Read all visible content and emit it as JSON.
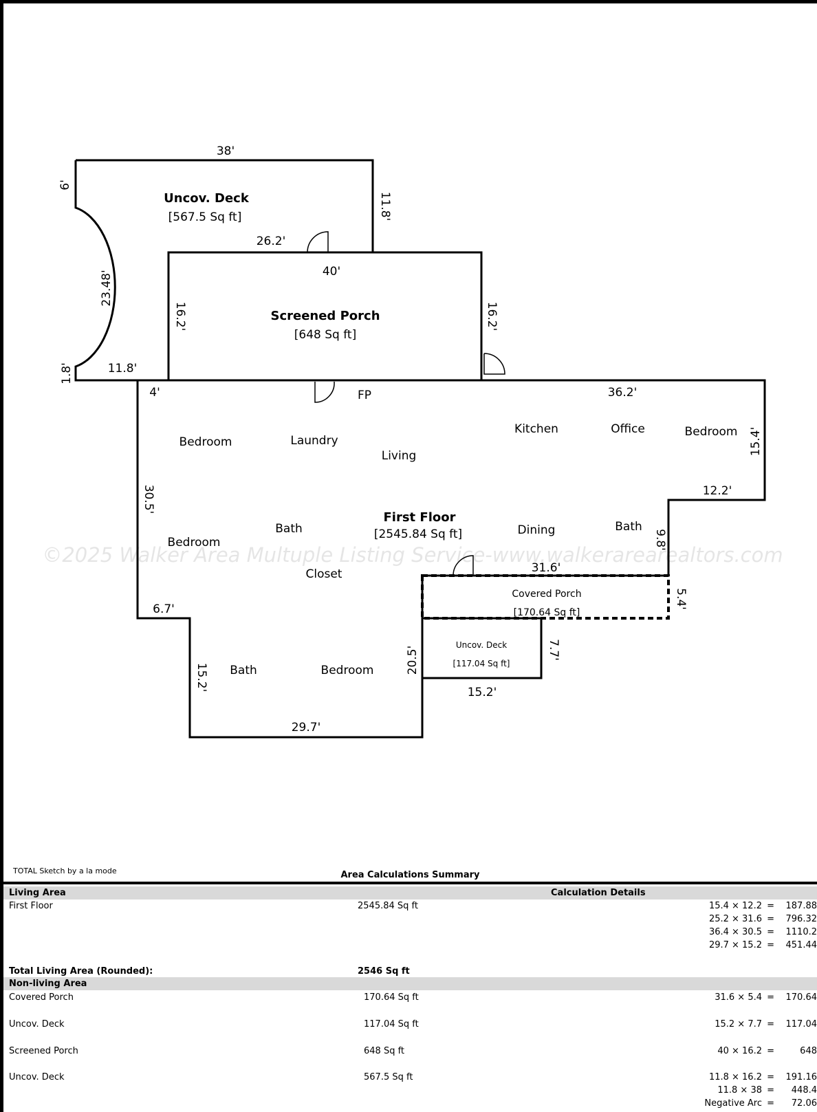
{
  "plan": {
    "areas": {
      "deck_upper": {
        "name": "Uncov. Deck",
        "area": "[567.5 Sq ft]"
      },
      "screened": {
        "name": "Screened Porch",
        "area": "[648 Sq ft]"
      },
      "first_floor": {
        "name": "First Floor",
        "area": "[2545.84 Sq ft]"
      },
      "covered_porch": {
        "name": "Covered Porch",
        "area": "[170.64 Sq ft]"
      },
      "deck_lower": {
        "name": "Uncov. Deck",
        "area": "[117.04 Sq ft]"
      }
    },
    "dimensions": [
      "38'",
      "6'",
      "11.8'",
      "26.2'",
      "40'",
      "23.48'",
      "16.2'",
      "16.2'",
      "1.8'",
      "11.8'",
      "4'",
      "FP",
      "36.2'",
      "15.4'",
      "12.2'",
      "30.5'",
      "9.8'",
      "31.6'",
      "5.4'",
      "6.7'",
      "7.7'",
      "20.5'",
      "15.2'",
      "15.2'",
      "29.7'"
    ],
    "rooms": [
      "Bedroom",
      "Laundry",
      "Living",
      "Kitchen",
      "Office",
      "Bedroom",
      "Bedroom",
      "Bath",
      "Dining",
      "Bath",
      "Closet",
      "Bath",
      "Bedroom"
    ],
    "watermark": "©2025 Walker Area Multuple Listing Service-www.walkerarearealtors.com"
  },
  "summary": {
    "credit": "TOTAL Sketch by a la mode",
    "title": "Area Calculations Summary",
    "living_header": "Living Area",
    "details_header": "Calculation Details",
    "living": {
      "name": "First Floor",
      "area": "2545.84 Sq ft"
    },
    "living_calcs": [
      {
        "expr": "15.4 × 12.2",
        "eq": "=",
        "res": "187.88"
      },
      {
        "expr": "25.2 × 31.6",
        "eq": "=",
        "res": "796.32"
      },
      {
        "expr": "36.4 × 30.5",
        "eq": "=",
        "res": "1110.2"
      },
      {
        "expr": "29.7 × 15.2",
        "eq": "=",
        "res": "451.44"
      }
    ],
    "total_label": "Total Living Area (Rounded):",
    "total_value": "2546 Sq ft",
    "nonliving_header": "Non-living Area",
    "nonliving": [
      {
        "name": "Covered Porch",
        "area": "170.64 Sq ft",
        "calcs": [
          {
            "expr": "31.6 × 5.4",
            "eq": "=",
            "res": "170.64"
          }
        ]
      },
      {
        "name": "Uncov. Deck",
        "area": "117.04 Sq ft",
        "calcs": [
          {
            "expr": "15.2 × 7.7",
            "eq": "=",
            "res": "117.04"
          }
        ]
      },
      {
        "name": "Screened Porch",
        "area": "648 Sq ft",
        "calcs": [
          {
            "expr": "40 × 16.2",
            "eq": "=",
            "res": "648"
          }
        ]
      },
      {
        "name": "Uncov. Deck",
        "area": "567.5 Sq ft",
        "calcs": [
          {
            "expr": "11.8 × 16.2",
            "eq": "=",
            "res": "191.16"
          },
          {
            "expr": "11.8 × 38",
            "eq": "=",
            "res": "448.4"
          },
          {
            "expr": "Negative Arc",
            "eq": "=",
            "res": "72.06"
          }
        ]
      }
    ]
  }
}
